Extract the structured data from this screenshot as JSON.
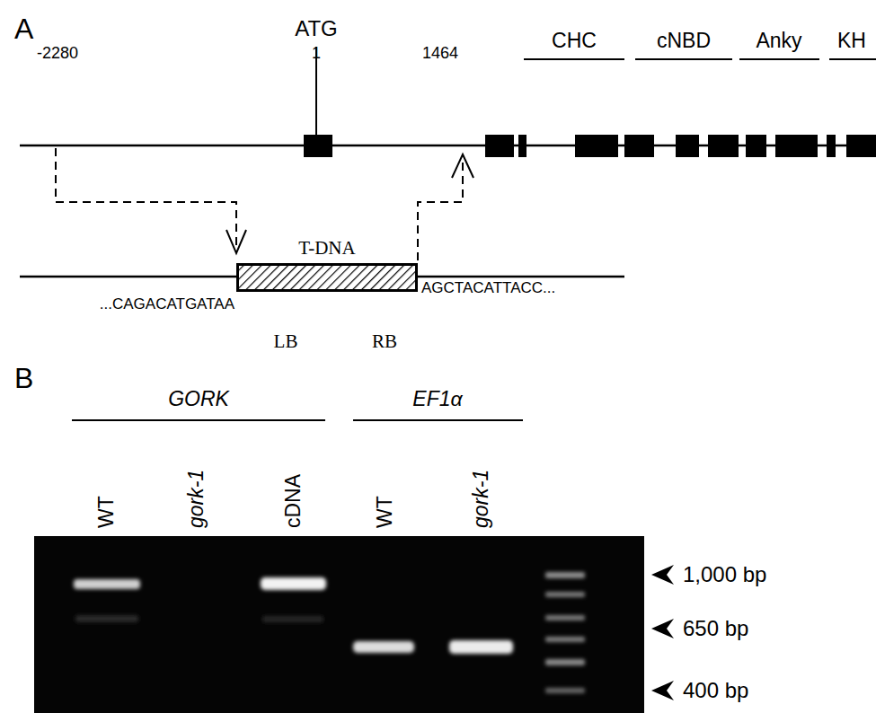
{
  "diagram": {
    "nodes": [
      {
        "text": [
          "T-DNA"
        ]
      }
    ],
    "labels": [
      "A",
      "ATG",
      "-2280",
      "1",
      "1464",
      "CHC",
      "cNBD",
      "Anky",
      "KH",
      "...CAGACATGATAA",
      "AGCTACATTACC...",
      "LB",
      "RB",
      "B",
      "GORK",
      "EF1α",
      "WT",
      "gork-1",
      "cDNA",
      "WT",
      "gork-1",
      "1,000 bp",
      "650 bp",
      "400 bp"
    ]
  }
}
